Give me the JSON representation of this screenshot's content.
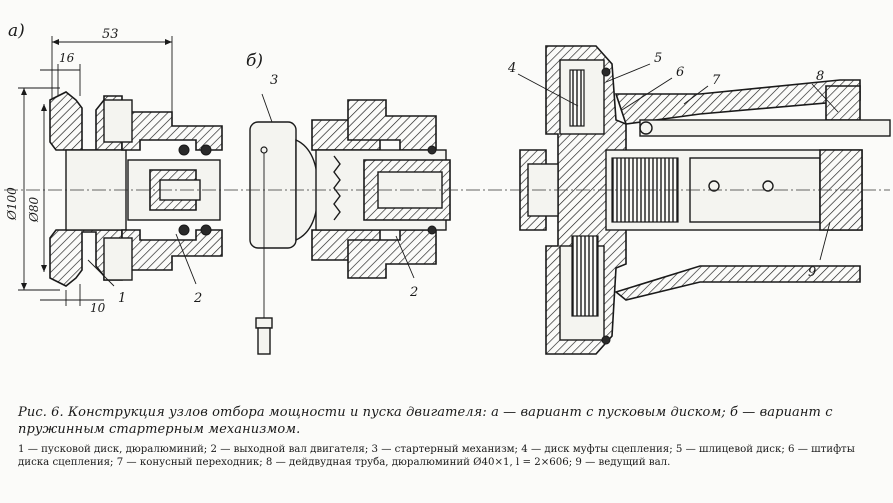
{
  "figure": {
    "panel_a": "а)",
    "panel_b": "б)",
    "dimensions": {
      "d53": "53",
      "d16": "16",
      "d100": "Ø100",
      "d80": "Ø80",
      "d10": "10"
    },
    "callouts_a": {
      "c1": "1",
      "c2": "2"
    },
    "callouts_b": {
      "c3": "3",
      "c2": "2"
    },
    "callouts_c": {
      "c4": "4",
      "c5": "5",
      "c6": "6",
      "c7": "7",
      "c8": "8",
      "c9": "9"
    }
  },
  "caption": {
    "title": "Рис. 6. Конструкция узлов отбора мощности и пуска двигателя: а — вариант с пусковым диском; б — вариант с пружинным стартерным механизмом.",
    "legend": "1 — пусковой диск, дюралюминий; 2 — выходной вал двигателя; 3 — стартерный механизм; 4 — диск муфты сцепления; 5 — шлицевой диск; 6 — штифты диска сцепления; 7 — конусный переходник; 8 — дейдвудная труба, дюралюминий Ø40×1, l = 2×606; 9 — ведущий вал."
  }
}
